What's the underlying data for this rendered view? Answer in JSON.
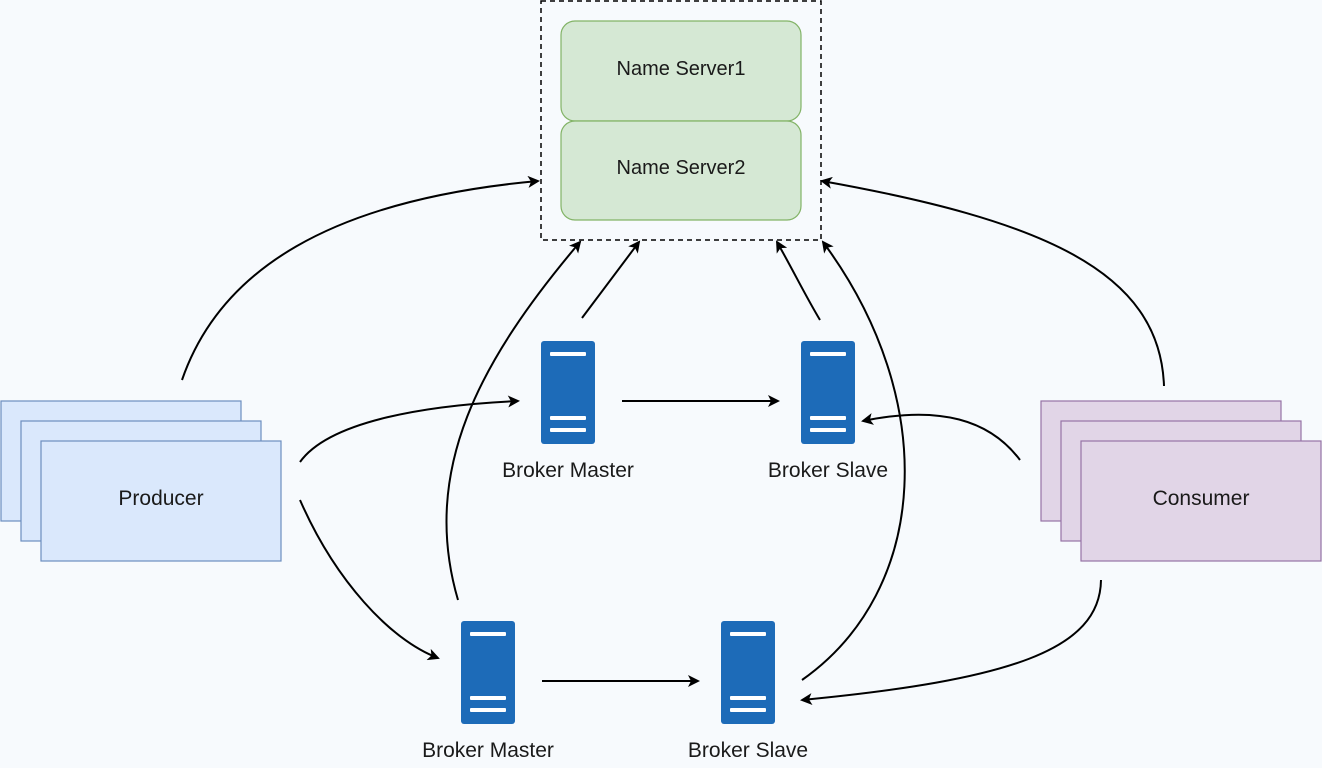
{
  "name_servers": {
    "server1": "Name Server1",
    "server2": "Name Server2"
  },
  "producer": {
    "label": "Producer"
  },
  "consumer": {
    "label": "Consumer"
  },
  "brokers": {
    "master_top": "Broker Master",
    "slave_top": "Broker Slave",
    "master_bottom": "Broker Master",
    "slave_bottom": "Broker Slave"
  },
  "colors": {
    "name_server_fill": "#d5e8d4",
    "name_server_stroke": "#82b366",
    "producer_fill": "#dae8fc",
    "producer_stroke": "#6c8ebf",
    "consumer_fill": "#e1d5e7",
    "consumer_stroke": "#9673a6",
    "server_icon": "#1d6bb8"
  }
}
